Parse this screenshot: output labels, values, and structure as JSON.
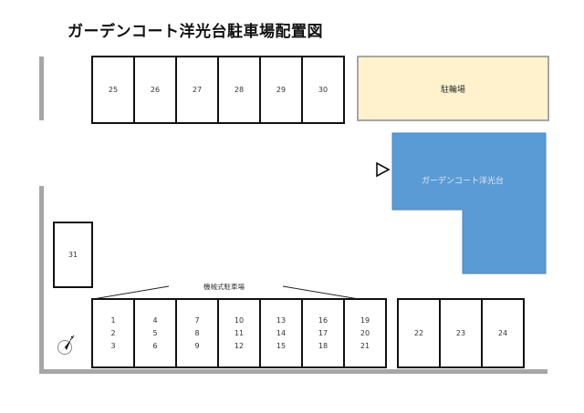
{
  "title": "ガーデンコート洋光台駐車場配置図",
  "colors": {
    "building": "#5b9bd5",
    "bicycle_parking": "#fff2cc",
    "wall": "#a6a6a6",
    "spot_border": "#111111"
  },
  "top_row": {
    "spots": [
      {
        "label": "25"
      },
      {
        "label": "26"
      },
      {
        "label": "27"
      },
      {
        "label": "28"
      },
      {
        "label": "29"
      },
      {
        "label": "30"
      }
    ]
  },
  "bicycle_parking": {
    "label": "駐輪場"
  },
  "building": {
    "label": "ガーデンコート洋光台"
  },
  "entrance_marker": {
    "icon": "triangle-right-icon"
  },
  "single_spot": {
    "label": "31"
  },
  "mechanical_parking": {
    "label": "機械式駐車場",
    "columns": [
      {
        "levels": [
          "1",
          "2",
          "3"
        ]
      },
      {
        "levels": [
          "4",
          "5",
          "6"
        ]
      },
      {
        "levels": [
          "7",
          "8",
          "9"
        ]
      },
      {
        "levels": [
          "10",
          "11",
          "12"
        ]
      },
      {
        "levels": [
          "13",
          "14",
          "15"
        ]
      },
      {
        "levels": [
          "16",
          "17",
          "18"
        ]
      },
      {
        "levels": [
          "19",
          "20",
          "21"
        ]
      }
    ]
  },
  "right_row": {
    "spots": [
      {
        "label": "22"
      },
      {
        "label": "23"
      },
      {
        "label": "24"
      }
    ]
  },
  "compass": {
    "icon": "north-arrow-icon"
  }
}
